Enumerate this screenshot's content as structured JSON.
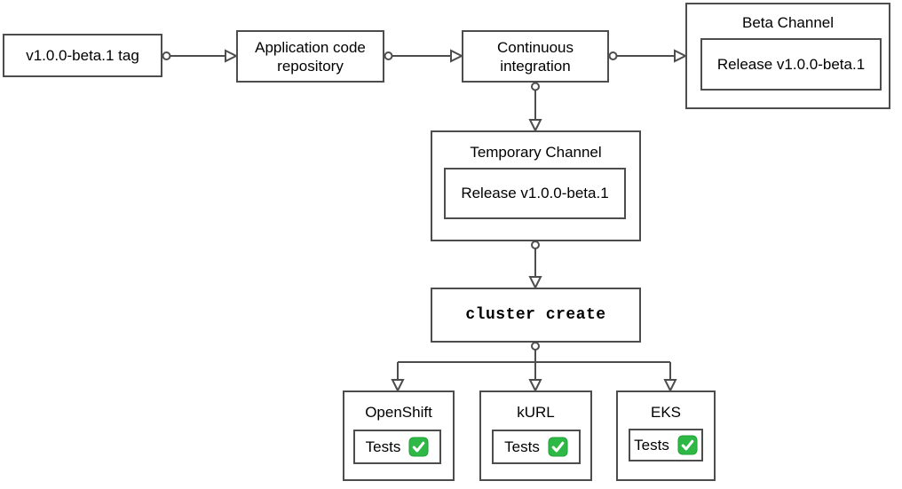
{
  "diagram": {
    "description": "Release pipeline flowchart",
    "colors": {
      "border": "#4d4d4d",
      "connector": "#4d4d4d",
      "background": "#ffffff",
      "text": "#000000",
      "check_green": "#2eb845",
      "check_green_border": "#1fa035",
      "check_mark_white": "#ffffff"
    },
    "nodes": {
      "tag": {
        "label": "v1.0.0-beta.1 tag"
      },
      "repo": {
        "label": "Application code repository"
      },
      "ci": {
        "label": "Continuous integration"
      },
      "beta_channel": {
        "title": "Beta Channel",
        "release": "Release v1.0.0-beta.1"
      },
      "temporary_channel": {
        "title": "Temporary Channel",
        "release": "Release v1.0.0-beta.1"
      },
      "cluster_create": {
        "label": "cluster create"
      }
    },
    "platforms": [
      {
        "name": "OpenShift",
        "tests_label": "Tests",
        "status_icon": "check-mark-button"
      },
      {
        "name": "kURL",
        "tests_label": "Tests",
        "status_icon": "check-mark-button"
      },
      {
        "name": "EKS",
        "tests_label": "Tests",
        "status_icon": "check-mark-button"
      }
    ]
  }
}
